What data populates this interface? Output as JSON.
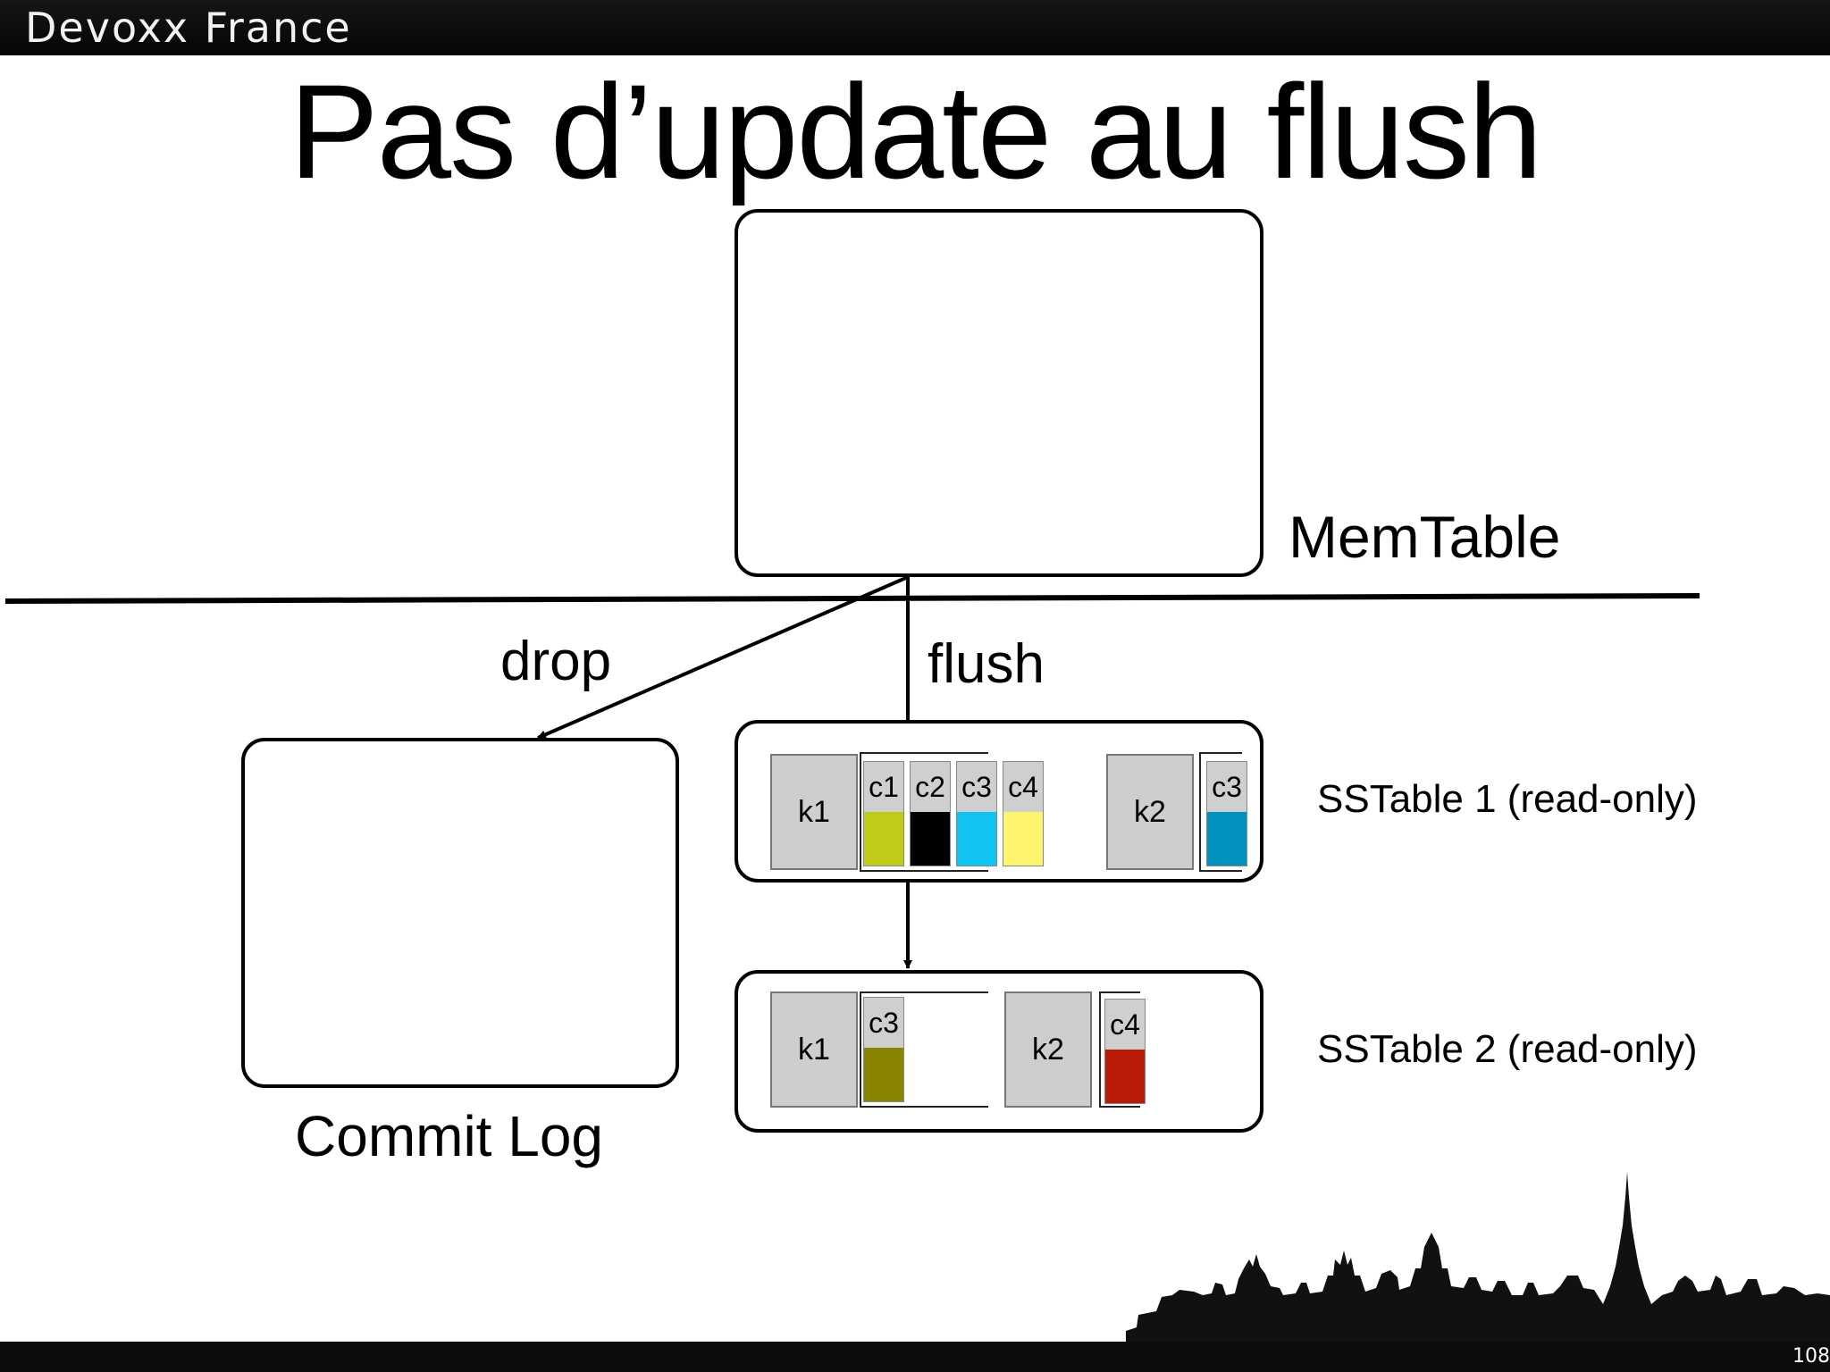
{
  "header": {
    "brand": "Devoxx France"
  },
  "slide": {
    "title": "Pas d’update au flush",
    "page_number": "108"
  },
  "labels": {
    "memtable": "MemTable",
    "drop": "drop",
    "flush": "flush",
    "commit_log": "Commit Log",
    "sstable1": "SSTable 1 (read-only)",
    "sstable2": "SSTable 2 (read-only)"
  },
  "sstable1": {
    "rows": [
      {
        "key": "k1",
        "columns": [
          {
            "name": "c1",
            "color": "#c0cc1a"
          },
          {
            "name": "c2",
            "color": "#000000"
          },
          {
            "name": "c3",
            "color": "#10c4f2"
          },
          {
            "name": "c4",
            "color": "#fff46e"
          }
        ]
      },
      {
        "key": "k2",
        "columns": [
          {
            "name": "c3",
            "color": "#0093c0"
          }
        ]
      }
    ]
  },
  "sstable2": {
    "rows": [
      {
        "key": "k1",
        "columns": [
          {
            "name": "c3",
            "color": "#8a8500"
          }
        ]
      },
      {
        "key": "k2",
        "columns": [
          {
            "name": "c4",
            "color": "#b81c08"
          }
        ]
      }
    ]
  }
}
